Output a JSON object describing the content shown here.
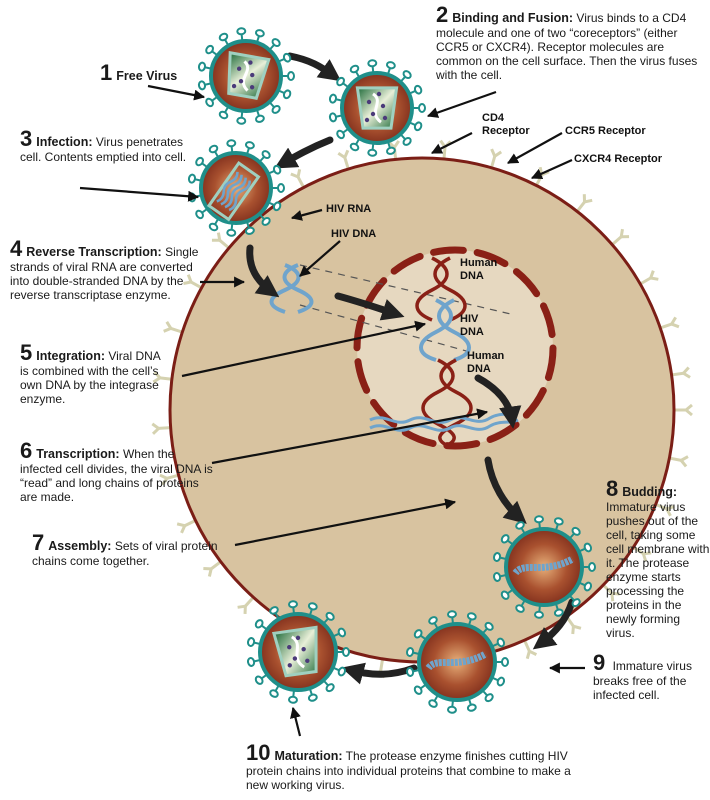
{
  "title": "HIV Replication Cycle",
  "colors": {
    "cell_fill": "#d8c3a0",
    "cell_border": "#7b1e16",
    "nucleus_fill": "#e6d8c0",
    "nucleus_border": "#8a2016",
    "virus_envelope": "#1f8f8a",
    "virus_core": "#a0442b",
    "viral_nucleic": "#6fa4cc",
    "human_dna": "#8a2016",
    "receptor": "#d5d2b0",
    "arrow": "#222222"
  },
  "steps": [
    {
      "number": "1",
      "title": "Free Virus",
      "text": ""
    },
    {
      "number": "2",
      "title": "Binding and Fusion:",
      "text": "Virus binds to a CD4 molecule and one of two “coreceptors” (either CCR5 or CXCR4). Receptor molecules are common on the cell surface.  Then the virus fuses with the cell."
    },
    {
      "number": "3",
      "title": "Infection:",
      "text": "Virus penetrates cell.  Contents emptied into cell."
    },
    {
      "number": "4",
      "title": "Reverse Transcription:",
      "text": "Single strands of viral RNA are converted into double-stranded DNA by the reverse transcriptase enzyme."
    },
    {
      "number": "5",
      "title": "Integration:",
      "text": "Viral DNA is combined with the cell’s own DNA by the integrase enzyme."
    },
    {
      "number": "6",
      "title": "Transcription:",
      "text": "When the infected cell divides, the viral DNA is “read” and long chains of proteins are made."
    },
    {
      "number": "7",
      "title": "Assembly:",
      "text": "Sets of viral protein chains come together."
    },
    {
      "number": "8",
      "title": "Budding:",
      "text": "Immature virus pushes out of the cell, taking some cell membrane with it. The protease enzyme starts processing the proteins in the newly forming virus."
    },
    {
      "number": "9",
      "title": "",
      "text": "Immature virus breaks free of the infected cell."
    },
    {
      "number": "10",
      "title": "Maturation:",
      "text": "The protease enzyme finishes  cutting HIV protein chains into individual proteins that combine to make a new working virus."
    }
  ],
  "labels": {
    "cd4": "CD4 Receptor",
    "cd4_line1": "CD4",
    "cd4_line2": "Receptor",
    "ccr5": "CCR5 Receptor",
    "cxcr4": "CXCR4 Receptor",
    "hiv_rna": "HIV RNA",
    "hiv_dna": "HIV DNA",
    "human_dna_top_1": "Human",
    "human_dna_top_2": "DNA",
    "hiv_dna_nucleus_1": "HIV",
    "hiv_dna_nucleus_2": "DNA",
    "human_dna_bottom_1": "Human",
    "human_dna_bottom_2": "DNA"
  }
}
